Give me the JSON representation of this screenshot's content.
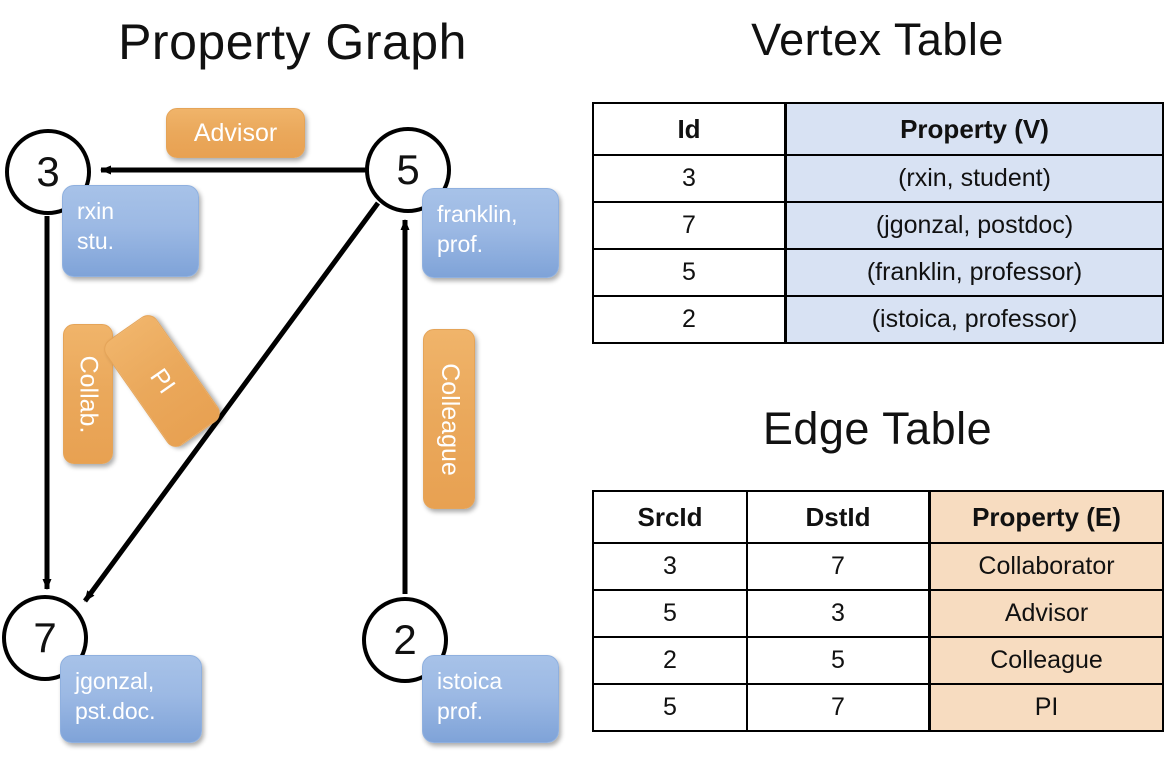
{
  "titles": {
    "property_graph": "Property Graph",
    "vertex_table": "Vertex Table",
    "edge_table": "Edge Table"
  },
  "graph": {
    "vertices": [
      {
        "id": "3",
        "property": "rxin\nstu.",
        "line1": "rxin",
        "line2": "stu."
      },
      {
        "id": "5",
        "property": "franklin, prof.",
        "line1": "franklin,",
        "line2": "prof."
      },
      {
        "id": "7",
        "property": "jgonzal, pst.doc.",
        "line1": "jgonzal,",
        "line2": "pst.doc."
      },
      {
        "id": "2",
        "property": "istoica prof.",
        "line1": "istoica",
        "line2": "prof."
      }
    ],
    "edge_labels": [
      {
        "name": "advisor",
        "text": "Advisor"
      },
      {
        "name": "collab",
        "text": "Collab."
      },
      {
        "name": "pi",
        "text": "PI"
      },
      {
        "name": "colleague",
        "text": "Colleague"
      }
    ]
  },
  "vertex_table": {
    "headers": [
      "Id",
      "Property (V)"
    ],
    "rows": [
      {
        "id": "3",
        "property": "(rxin, student)"
      },
      {
        "id": "7",
        "property": "(jgonzal, postdoc)"
      },
      {
        "id": "5",
        "property": "(franklin, professor)"
      },
      {
        "id": "2",
        "property": "(istoica, professor)"
      }
    ]
  },
  "edge_table": {
    "headers": [
      "SrcId",
      "DstId",
      "Property (E)"
    ],
    "rows": [
      {
        "src": "3",
        "dst": "7",
        "property": "Collaborator"
      },
      {
        "src": "5",
        "dst": "3",
        "property": "Advisor"
      },
      {
        "src": "2",
        "dst": "5",
        "property": "Colleague"
      },
      {
        "src": "5",
        "dst": "7",
        "property": "PI"
      }
    ]
  },
  "colors": {
    "vertex_property_blue": "#9cb9e4",
    "edge_label_orange": "#eaa85b",
    "vertex_table_cell": "#d8e2f3",
    "edge_table_cell": "#f7dcc0",
    "stroke": "#000000"
  }
}
